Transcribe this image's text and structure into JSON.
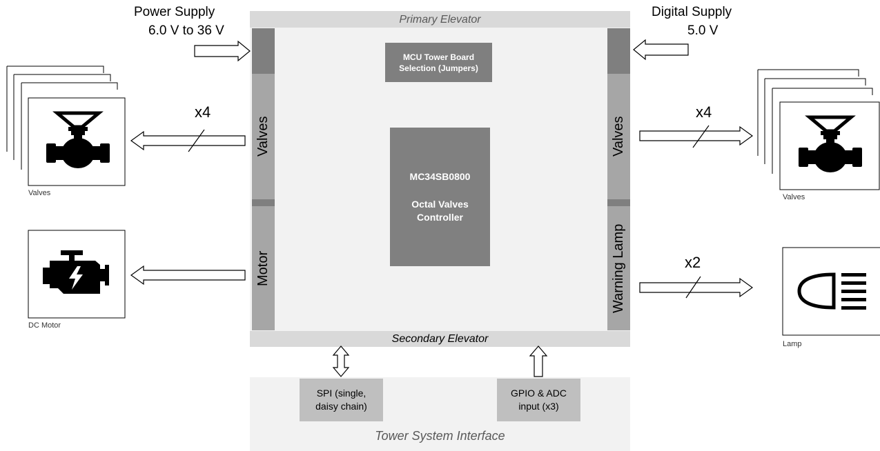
{
  "power_supply": {
    "title": "Power Supply",
    "range": "6.0 V to 36 V"
  },
  "digital_supply": {
    "title": "Digital Supply",
    "value": "5.0 V"
  },
  "board": {
    "primary_elevator": "Primary Elevator",
    "secondary_elevator": "Secondary Elevator",
    "mcu_selection": "MCU Tower Board Selection (Jumpers)",
    "chip_name": "MC34SB0800",
    "chip_desc": "Octal Valves Controller",
    "left_valves": "Valves",
    "left_motor": "Motor",
    "right_valves": "Valves",
    "right_warning_lamp": "Warning Lamp"
  },
  "tower": {
    "spi": "SPI (single, daisy chain)",
    "gpio": "GPIO & ADC input (x3)",
    "label": "Tower System Interface"
  },
  "left_valves_count": "x4",
  "right_valves_count": "x4",
  "lamp_count": "x2",
  "captions": {
    "left_valves": "Valves",
    "right_valves": "Valves",
    "dc_motor": "DC Motor",
    "lamp": "Lamp"
  },
  "colors": {
    "board_bg": "#f2f2f2",
    "elevator": "#d9d9d9",
    "connector_dark": "#7f7f7f",
    "connector_light": "#a6a6a6",
    "chip": "#808080",
    "tower_bg": "#f2f2f2",
    "tower_box": "#bfbfbf"
  }
}
